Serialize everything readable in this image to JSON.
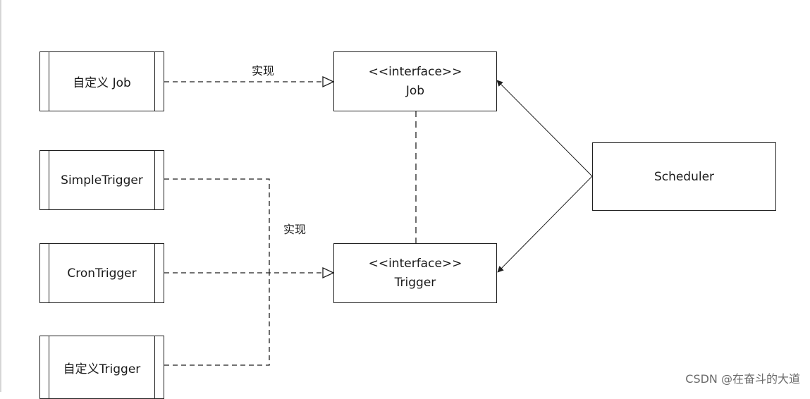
{
  "nodes": {
    "custom_job": "自定义 Job",
    "simple_trigger": "SimpleTrigger",
    "cron_trigger": "CronTrigger",
    "custom_trigger": "自定义Trigger",
    "job_interface": {
      "stereotype": "<<interface>>",
      "name": "Job"
    },
    "trigger_interface": {
      "stereotype": "<<interface>>",
      "name": "Trigger"
    },
    "scheduler": "Scheduler"
  },
  "edge_labels": {
    "job_realization": "实现",
    "trigger_realization": "实现"
  },
  "watermark": "CSDN @在奋斗的大道",
  "colors": {
    "line": "#1f1f1f",
    "watermark": "#6b6b6b"
  }
}
